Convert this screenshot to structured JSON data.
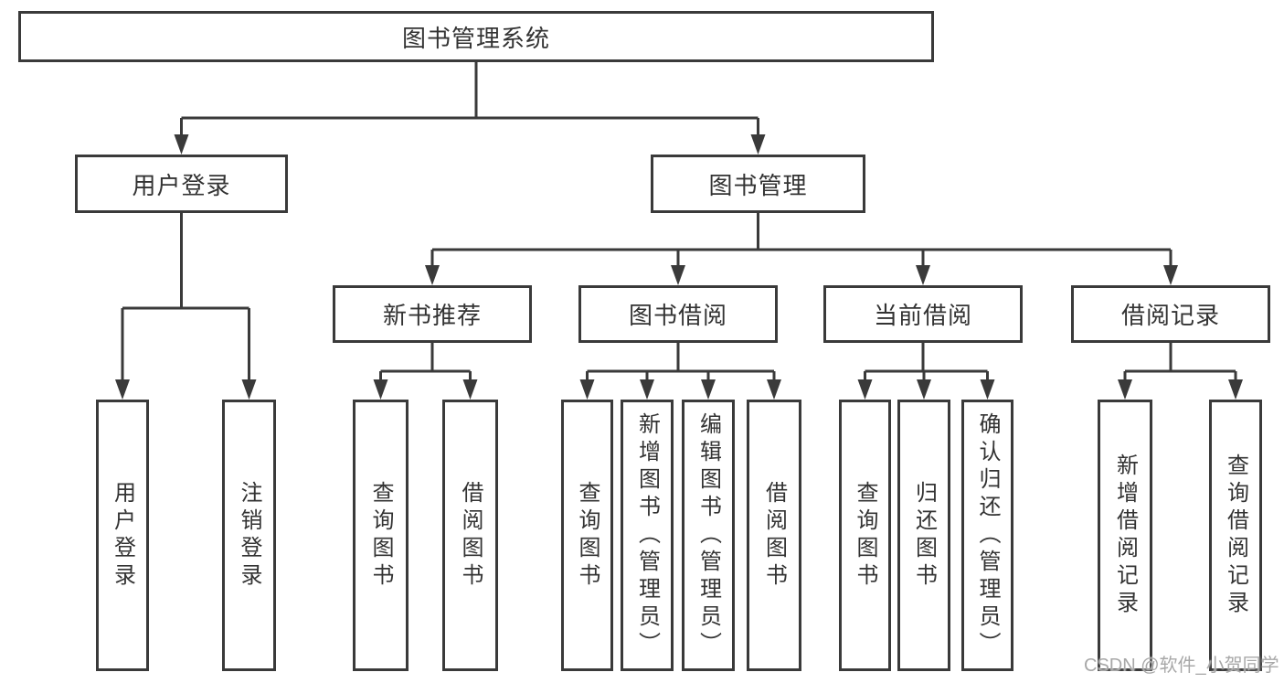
{
  "nodes": {
    "root": {
      "label": "图书管理系统"
    },
    "level2": [
      {
        "label": "用户登录"
      },
      {
        "label": "图书管理"
      }
    ],
    "level3": [
      {
        "label": "新书推荐"
      },
      {
        "label": "图书借阅"
      },
      {
        "label": "当前借阅"
      },
      {
        "label": "借阅记录"
      }
    ],
    "leaves_user_login": [
      {
        "label": "用户登录"
      },
      {
        "label": "注销登录"
      }
    ],
    "leaves_new_book": [
      {
        "label": "查询图书"
      },
      {
        "label": "借阅图书"
      }
    ],
    "leaves_book_borrow": [
      {
        "label": "查询图书"
      },
      {
        "label": "新增图书（管理员）"
      },
      {
        "label": "编辑图书（管理员）"
      },
      {
        "label": "借阅图书"
      }
    ],
    "leaves_current_borrow": [
      {
        "label": "查询图书"
      },
      {
        "label": "归还图书"
      },
      {
        "label": "确认归还（管理员）"
      }
    ],
    "leaves_borrow_record": [
      {
        "label": "新增借阅记录"
      },
      {
        "label": "查询借阅记录"
      }
    ]
  },
  "watermark": {
    "text": "CSDN @软件_小贺同学"
  },
  "colors": {
    "line": "#3a3a3a",
    "text": "#333333",
    "background": "#ffffff",
    "watermark": "#a8a8a8"
  }
}
